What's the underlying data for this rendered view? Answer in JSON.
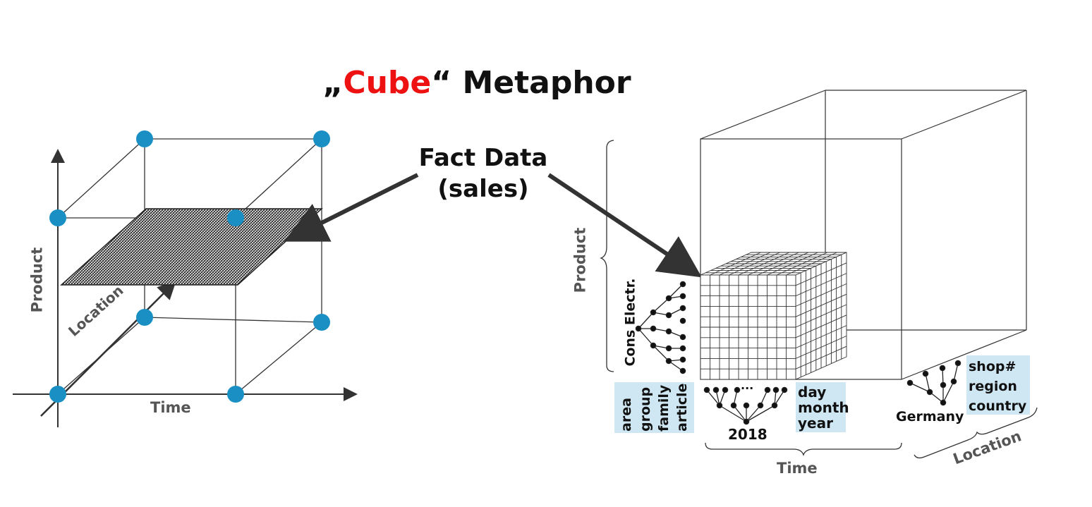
{
  "title": {
    "pre": "„",
    "red": "Cube",
    "post": "“ Metaphor",
    "red_color": "#ee1111"
  },
  "fact_data": {
    "line1": "Fact Data",
    "line2": "(sales)"
  },
  "left_cube": {
    "axis_product": "Product",
    "axis_location": "Location",
    "axis_time": "Time",
    "node_color": "#1a8fc4"
  },
  "right_cube": {
    "product_label": "Product",
    "product_tree_root": "Cons Electr.",
    "product_levels": [
      "area",
      "group",
      "family",
      "article"
    ],
    "time_levels": [
      "day",
      "month",
      "year"
    ],
    "time_tree_root": "2018",
    "time_label": "Time",
    "location_levels": [
      "shop#",
      "region",
      "country"
    ],
    "location_tree_root": "Germany",
    "location_label": "Location",
    "ellipsis": "...",
    "highlight_color": "#cfe7f3"
  }
}
